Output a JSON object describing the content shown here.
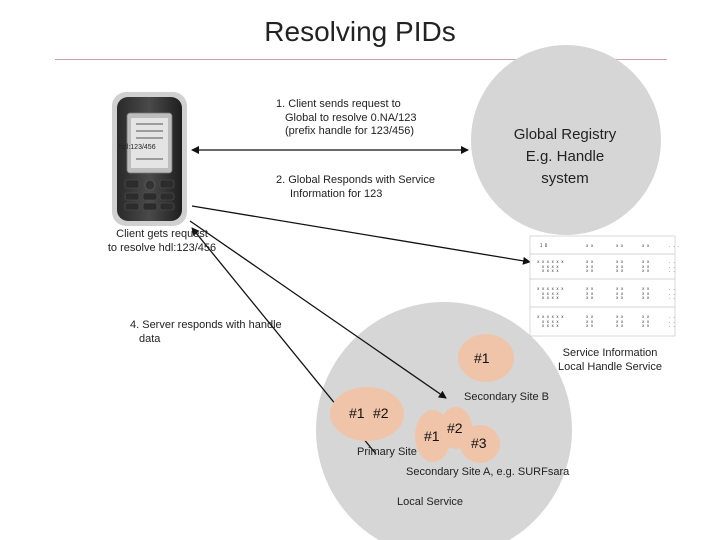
{
  "title": "Resolving PIDs",
  "phone": {
    "screen_label": "hdl:123/456"
  },
  "steps": {
    "step1": [
      "1. Client sends request to",
      "Global to resolve 0.NA/123",
      "(prefix handle for 123/456)"
    ],
    "step2": [
      "2. Global Responds with Service",
      "Information for 123"
    ],
    "step3": [
      "Client gets request",
      "to resolve hdl:123/456"
    ],
    "step4": [
      "4. Server responds with handle",
      "data"
    ]
  },
  "global_registry": [
    "Global Registry",
    "E.g. Handle",
    "system"
  ],
  "service_info": [
    "Service Information",
    "Local Handle Service"
  ],
  "local_service": {
    "label": "Local Service",
    "secondary_b": "Secondary Site B",
    "secondary_b_node": "#1",
    "primary": "Primary Site",
    "primary_nodes": [
      "#1",
      "#2"
    ],
    "secondary_a": "Secondary Site A, e.g. SURFsara",
    "secondary_a_nodes": [
      "#1",
      "#2",
      "#3"
    ]
  },
  "handle_table": {
    "header": [
      "I D",
      "x x",
      "x x",
      "x x",
      ". . ."
    ],
    "rows": [
      {
        "id": "x x x x x x\n  x x x x\n  x x x x",
        "cells": [
          "x x\nx x\nx x",
          "x x\nx x\nx x",
          "x x\nx x\nx x",
          ". .\n. .\n. ."
        ]
      },
      {
        "id": "x x x x x x\n  x x x x\n  x x x x",
        "cells": [
          "x x\nx x\nx x",
          "x x\nx x\nx x",
          "x x\nx x\nx x",
          ". .\n. .\n. ."
        ]
      },
      {
        "id": "x x x x x x\n  x x x x\n  x x x x",
        "cells": [
          "x x\nx x\nx x",
          "x x\nx x\nx x",
          "x x\nx x\nx x",
          ". .\n. .\n. ."
        ]
      }
    ]
  },
  "colors": {
    "circle_fill": "#d6d6d6",
    "node_fill": "#f0c4a8",
    "arrow": "#111111",
    "rule": "#c9a3a3"
  }
}
